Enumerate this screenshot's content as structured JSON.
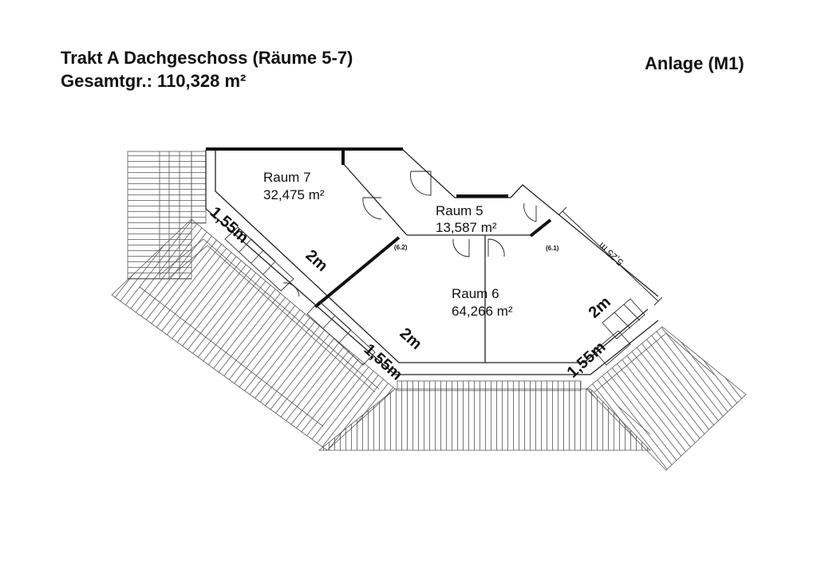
{
  "header": {
    "title_line1": "Trakt A Dachgeschoss (Räume 5-7)",
    "title_line2": "Gesamtgr.: 110,328 m²",
    "annex": "Anlage (M1)"
  },
  "rooms": [
    {
      "name": "Raum 7",
      "area": "32,475 m²"
    },
    {
      "name": "Raum 5",
      "area": "13,587 m²"
    },
    {
      "name": "Raum 6",
      "area": "64,266 m²"
    }
  ],
  "dimensions": {
    "d_155_left": "1,55m",
    "d_2_left": "2m",
    "d_2_bottom": "2m",
    "d_155_bottom": "1,55m",
    "d_2_right": "2m",
    "d_155_right": "1,55m",
    "d_525": "5,25 m"
  },
  "door_refs": {
    "ref_62": "(6.2)",
    "ref_61": "(6.1)"
  }
}
